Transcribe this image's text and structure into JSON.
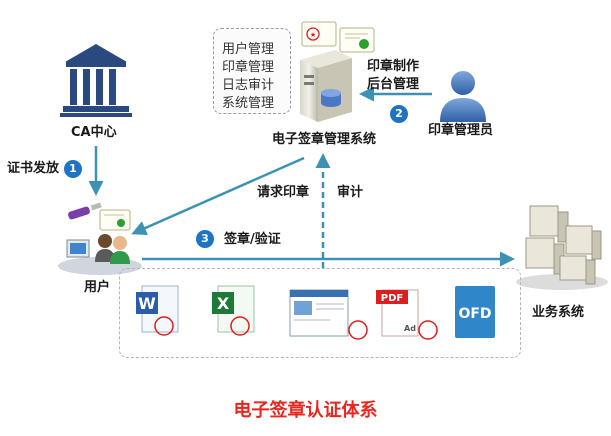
{
  "nodes": {
    "ca_center": "CA中心",
    "user": "用户",
    "esign_system": "电子签章管理系统",
    "seal_admin": "印章管理员",
    "business_system": "业务系统"
  },
  "menu": {
    "items": [
      "用户管理",
      "印章管理",
      "日志审计",
      "系统管理"
    ]
  },
  "flows": {
    "cert_issue": {
      "number": "1",
      "label": "证书发放"
    },
    "seal_admin_flow": {
      "number": "2",
      "label_line1": "印章制作",
      "label_line2": "后台管理"
    },
    "sign_verify": {
      "number": "3",
      "label": "签章/验证"
    },
    "request_seal": "请求印章",
    "audit": "审计"
  },
  "documents": {
    "pdf_label": "PDF",
    "pdf_mark": "Ad",
    "ofd_label": "OFD"
  },
  "caption": "电子签章认证体系",
  "colors": {
    "arrow": "#3d92b3",
    "badge": "#1f73c2",
    "caption": "#e8271f",
    "seal_red": "#d9201e"
  }
}
